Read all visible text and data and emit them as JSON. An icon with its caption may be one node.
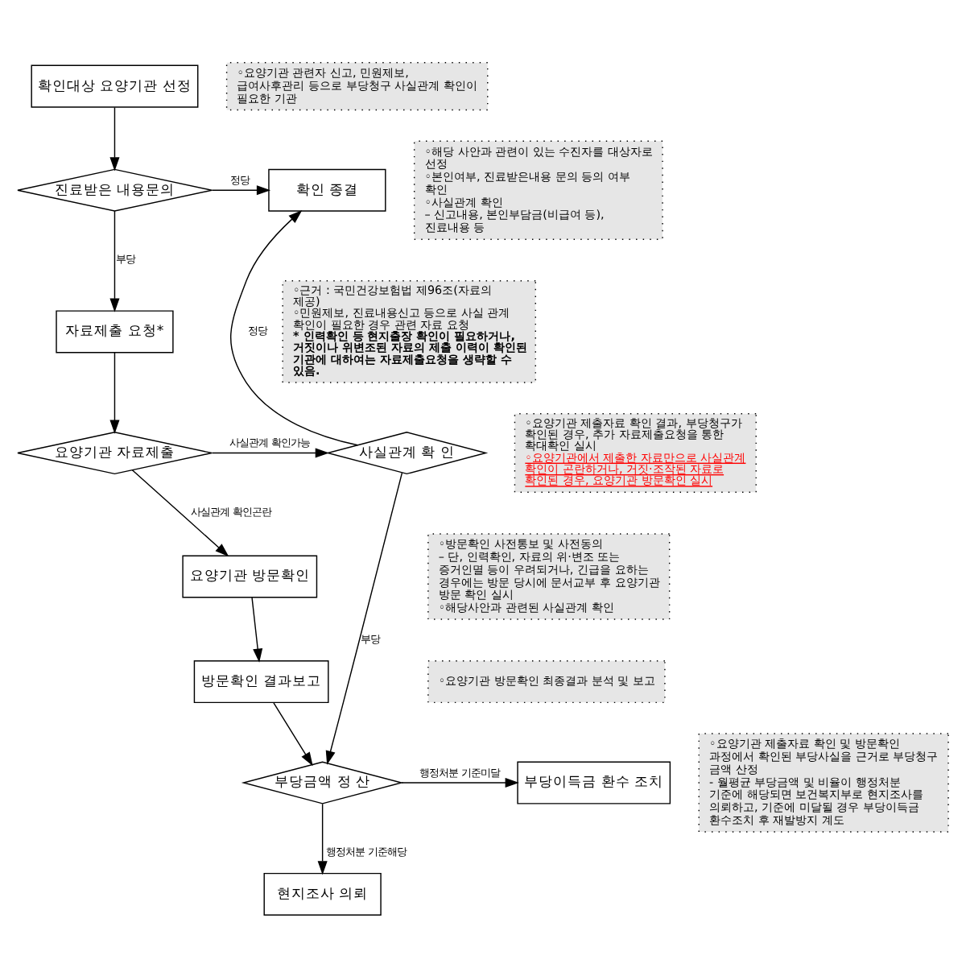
{
  "diagram": {
    "nodes": [
      {
        "text": [
          "확인대상 요양기관 선정"
        ]
      },
      {
        "text": [
          "진료받은 내용문의"
        ]
      },
      {
        "text": [
          "확인 종결"
        ]
      },
      {
        "text": [
          "자료제출 요청*"
        ]
      },
      {
        "text": [
          "요양기관 자료제출"
        ]
      },
      {
        "text": [
          "사실관계 확 인"
        ]
      },
      {
        "text": [
          "요양기관 방문확인"
        ]
      },
      {
        "text": [
          "방문확인 결과보고"
        ]
      },
      {
        "text": [
          "부당금액 정 산"
        ]
      },
      {
        "text": [
          "부당이득금 환수 조치"
        ]
      },
      {
        "text": [
          "현지조사 의뢰"
        ]
      },
      {
        "text": [
          "◦요양기관 관련자 신고, 민원제보, 급여사후관리 등으로 부당청구 사실관계 확인이 필요한 기관"
        ]
      },
      {
        "text": [
          "◦해당 사안과 관련이 있는 수진자를 대상자로 선정",
          "◦본인여부, 진료받은내용 문의 등의 여부 확인",
          "◦사실관계 확인",
          "– 신고내용, 본인부담금(비급여 등), 진료내용 등"
        ]
      },
      {
        "text": [
          "◦근거 : 국민건강보험법 제96조(자료의 제공)",
          "◦민원제보, 진료내용신고 등으로 사실 관계 확인이 필요한 경우 관련 자료 요청",
          "* 인력확인 등 현지출장 확인이 필요하거나, 거짓이나 위변조된 자료의 제출 이력이 확인된 기관에 대하여는 자료제출요청을 생략할 수 있음."
        ]
      },
      {
        "text": [
          "◦요양기관 제출자료 확인 결과, 부당청구가 확인된 경우, 추가 자료제출요청을 통한 확대확인 실시",
          "◦요양기관에서 제출한 자료만으로 사실관계 확인이 곤란하거나, 거짓·조작된 자료로 확인된 경우, 요양기관 방문확인 실시"
        ]
      },
      {
        "text": [
          "◦방문확인 사전통보 및 사전동의",
          "– 단, 인력확인, 자료의 위·변조 또는 증거인멸 등이 우려되거나, 긴급을 요하는 경우에는 방문 당시에 문서교부 후 요양기관 방문 확인 실시",
          "◦해당사안과 관련된 사실관계 확인"
        ]
      },
      {
        "text": [
          "◦요양기관 방문확인 최종결과 분석 및 보고"
        ]
      },
      {
        "text": [
          "◦요양기관 제출자료 확인 및 방문확인 과정에서 확인된 부당사실을 근거로 부당청구 금액 산정",
          "- 월평균 부당금액 및 비율이 행정처분 기준에 해당되면 보건복지부로 현지조사를 의뢰하고, 기준에 미달될 경우 부당이득금 환수조치 후 재발방지 계도"
        ]
      }
    ],
    "edges": [
      {
        "from": 0,
        "to": 1,
        "arrow": "to"
      },
      {
        "from": 1,
        "to": 2,
        "arrow": "to",
        "label": "정당"
      },
      {
        "from": 1,
        "to": 3,
        "arrow": "to",
        "label": "부당"
      },
      {
        "from": 3,
        "to": 4,
        "arrow": "to"
      },
      {
        "from": 4,
        "to": 5,
        "arrow": "to",
        "label": "사실관계 확인가능"
      },
      {
        "from": 5,
        "to": 2,
        "arrow": "to",
        "label": "정당"
      },
      {
        "from": 4,
        "to": 6,
        "arrow": "to",
        "label": "사실관계 확인곤란"
      },
      {
        "from": 6,
        "to": 7,
        "arrow": "to"
      },
      {
        "from": 5,
        "to": 8,
        "arrow": "to",
        "label": "부당"
      },
      {
        "from": 7,
        "to": 8,
        "arrow": "to"
      },
      {
        "from": 8,
        "to": 9,
        "arrow": "to",
        "label": "행정처분 기준미달"
      },
      {
        "from": 8,
        "to": 10,
        "arrow": "to",
        "label": "행정처분 기준해당"
      }
    ]
  }
}
